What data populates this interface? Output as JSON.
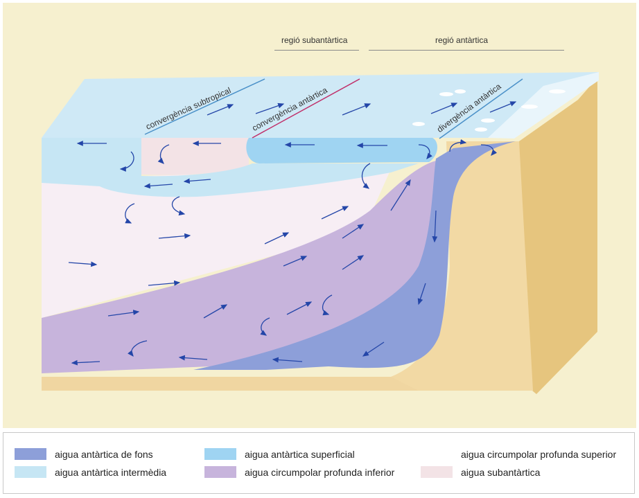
{
  "regions": {
    "subantarctic": "regió subantàrtica",
    "antarctic": "regió antàrtica"
  },
  "fronts": {
    "subtropical": "convergència subtropical",
    "antarctic_convergence": "convergència antàrtica",
    "antarctic_divergence": "divergència antàrtica"
  },
  "colors": {
    "bottom_water": "#8d9fd9",
    "intermediate_water": "#c6e6f4",
    "surface_water": "#9fd4f2",
    "lower_deep_water": "#c7b4dc",
    "upper_deep_water": "#f2e2ee",
    "subantarctic_water": "#f3e3e6",
    "sea_surface": "#cfe9f6",
    "seafloor": "#f0d6a1",
    "continent_side": "#e6c57e",
    "background": "#f6f0cf"
  },
  "legend": [
    {
      "label": "aigua antàrtica de fons",
      "color": "#8d9fd9"
    },
    {
      "label": "aigua antàrtica superficial",
      "color": "#9fd4f2"
    },
    {
      "label": "aigua circumpolar profunda superior",
      "color": "#f7eef4"
    },
    {
      "label": "aigua antàrtica intermèdia",
      "color": "#c6e6f4"
    },
    {
      "label": "aigua circumpolar profunda inferior",
      "color": "#c7b4dc"
    },
    {
      "label": "aigua subantàrtica",
      "color": "#f3e3e6"
    }
  ]
}
